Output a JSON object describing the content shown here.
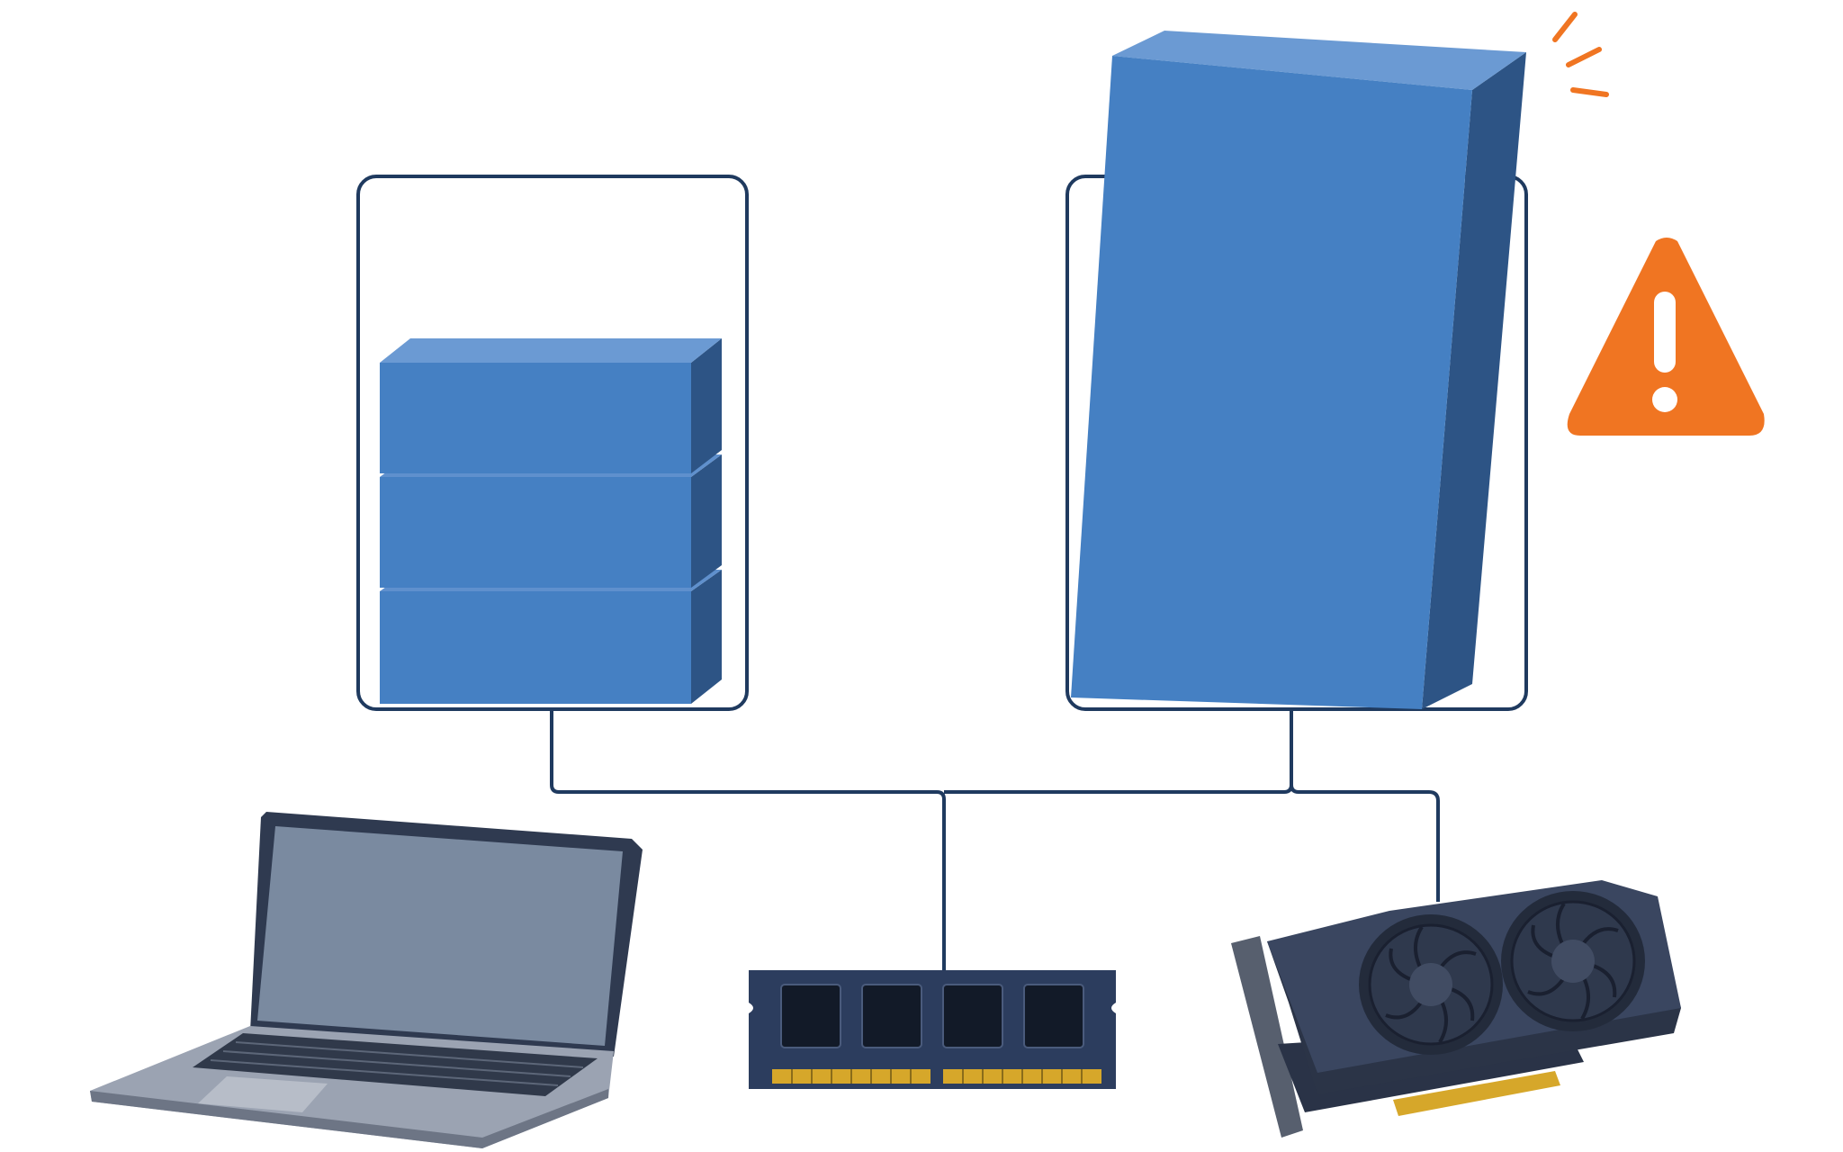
{
  "diagram": {
    "components": [
      {
        "id": "storage-stack",
        "icon": "stacked-blocks-icon",
        "blocks": 3,
        "container": "rounded-frame"
      },
      {
        "id": "large-block",
        "icon": "tall-block-icon",
        "container": "rounded-frame",
        "status": "warning"
      },
      {
        "id": "laptop",
        "icon": "laptop-icon"
      },
      {
        "id": "memory-module",
        "icon": "ram-module-icon",
        "chips": 4
      },
      {
        "id": "graphics-card",
        "icon": "gpu-card-icon",
        "fans": 2
      }
    ],
    "connections": [
      {
        "from": "storage-stack",
        "to": "memory-module"
      },
      {
        "from": "large-block",
        "to": "memory-module"
      },
      {
        "from": "large-block",
        "to": "graphics-card"
      }
    ],
    "alert": {
      "icon": "warning-triangle-icon",
      "symbol": "!"
    }
  },
  "colors": {
    "block_front": "#4580c3",
    "block_top": "#6b9ad3",
    "block_side": "#2d5485",
    "frame_stroke": "#1f3a5f",
    "warning": "#f07522",
    "laptop_screen": "#7a8aa0",
    "laptop_body": "#9ba3b2",
    "ram_board": "#2c3d5e",
    "gold": "#d6a72a",
    "gpu_shell": "#3a4660"
  }
}
